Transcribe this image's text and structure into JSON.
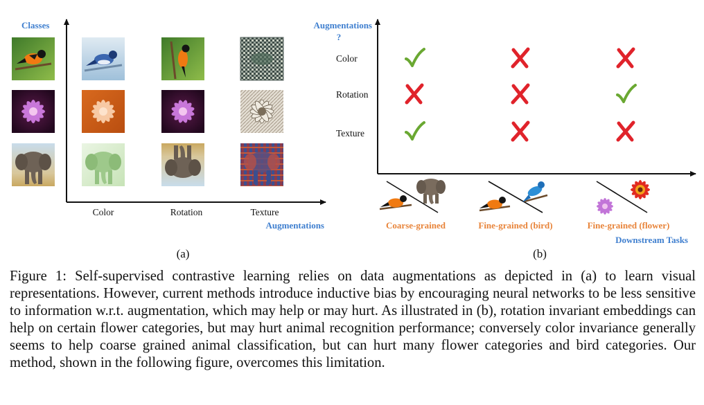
{
  "panel_a": {
    "y_axis_title": "Classes",
    "x_axis_title": "Augmentations",
    "columns": [
      "Color",
      "Rotation",
      "Texture"
    ],
    "subfigure_label": "(a)"
  },
  "panel_b": {
    "y_axis_title": "Augmentations",
    "y_axis_title_mark": "?",
    "rows": [
      "Color",
      "Rotation",
      "Texture"
    ],
    "tasks": [
      "Coarse-grained",
      "Fine-grained (bird)",
      "Fine-grained (flower)"
    ],
    "x_axis_title": "Downstream Tasks",
    "subfigure_label": "(b)",
    "grid": [
      [
        "check",
        "cross",
        "cross"
      ],
      [
        "cross",
        "cross",
        "check"
      ],
      [
        "check",
        "cross",
        "cross"
      ]
    ]
  },
  "caption": "Figure 1: Self-supervised contrastive learning relies on data augmentations as depicted in (a) to learn visual representations. However, current methods introduce inductive bias by encouraging neural networks to be less sensitive to information w.r.t. augmentation, which may help or may hurt. As illustrated in (b), rotation invariant embeddings can help on certain flower categories, but may hurt animal recognition performance; conversely color invariance generally seems to help coarse grained animal classification, but can hurt many flower categories and bird categories. Our method, shown in the following figure, overcomes this limitation.",
  "colors": {
    "axis_title_blue": "#3f7fcf",
    "task_orange": "#e8843a",
    "check_green": "#6aa832",
    "cross_red": "#e0232b"
  }
}
